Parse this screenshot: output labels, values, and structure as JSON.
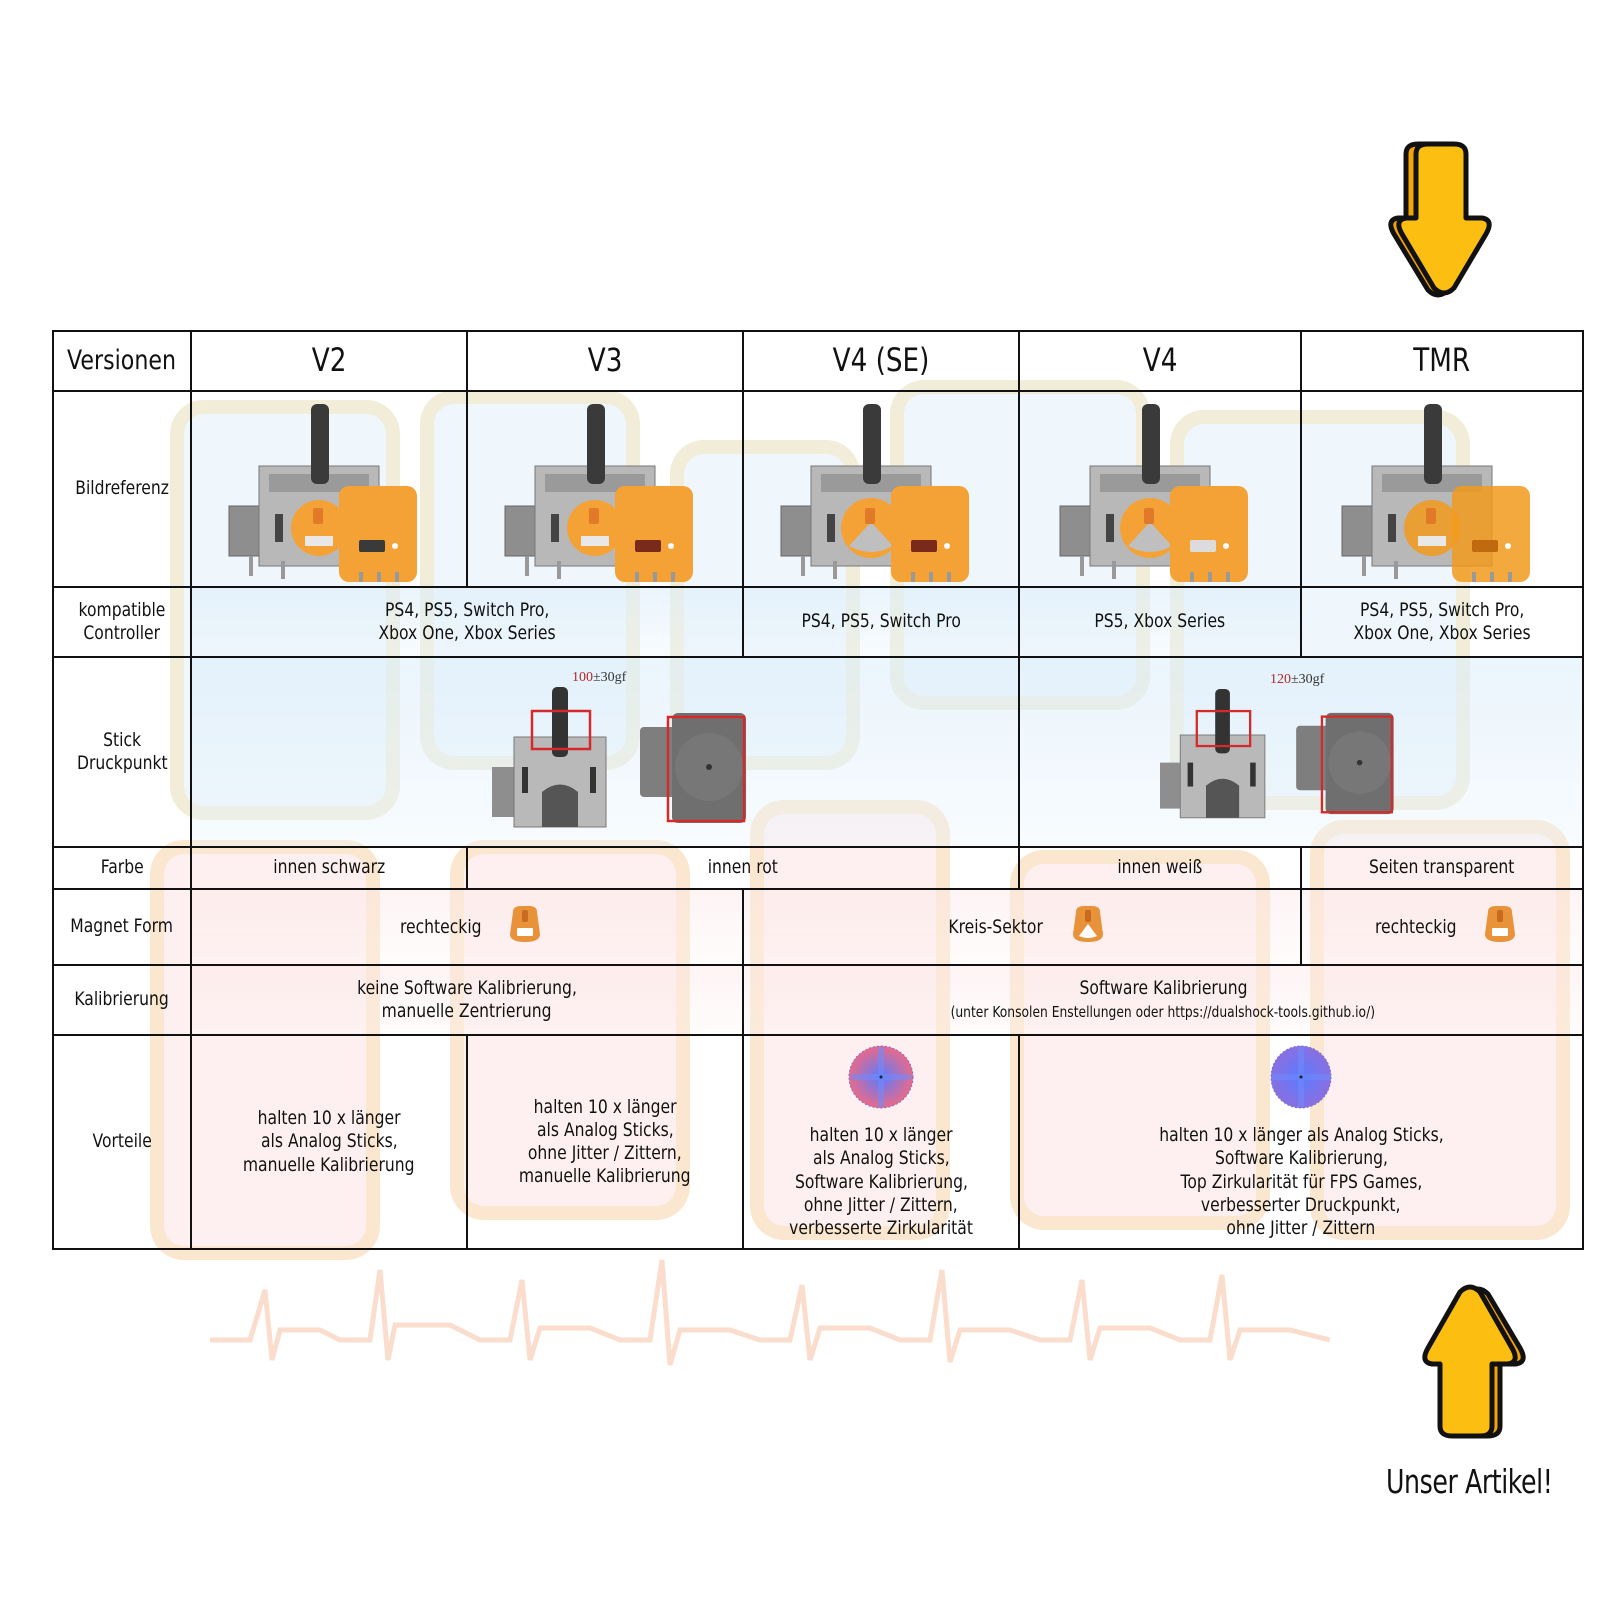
{
  "header_row": {
    "label": "Versionen",
    "versions": [
      "V2",
      "V3",
      "V4 (SE)",
      "V4",
      "TMR"
    ]
  },
  "rows": {
    "image_ref": {
      "label": "Bildreferenz"
    },
    "compat": {
      "label_line1": "kompatible",
      "label_line2": "Controller",
      "v2_v3_line1": "PS4, PS5, Switch Pro,",
      "v2_v3_line2": "Xbox One, Xbox Series",
      "v4se": "PS4, PS5, Switch Pro",
      "v4": "PS5, Xbox Series",
      "tmr_line1": "PS4, PS5, Switch Pro,",
      "tmr_line2": "Xbox One, Xbox Series"
    },
    "pressure": {
      "label_line1": "Stick",
      "label_line2": "Druckpunkt",
      "left_value": "100",
      "left_tolerance": "±30gf",
      "right_value": "120",
      "right_tolerance": "±30gf"
    },
    "color": {
      "label": "Farbe",
      "v2": "innen schwarz",
      "v3_v4se": "innen rot",
      "v4": "innen weiß",
      "tmr": "Seiten transparent"
    },
    "magnet": {
      "label": "Magnet Form",
      "v2_v3": "rechteckig",
      "v4se_v4": "Kreis-Sektor",
      "tmr": "rechteckig"
    },
    "calibration": {
      "label": "Kalibrierung",
      "v2_v3_line1": "keine Software Kalibrierung,",
      "v2_v3_line2": "manuelle Zentrierung",
      "rest_line1": "Software Kalibrierung",
      "rest_line2": "(unter Konsolen Enstellungen oder https://dualshock-tools.github.io/)"
    },
    "advantages": {
      "label": "Vorteile",
      "v2": [
        "halten 10 x länger",
        "als Analog Sticks,",
        "manuelle Kalibrierung"
      ],
      "v3": [
        "halten 10 x länger",
        "als Analog Sticks,",
        "ohne Jitter / Zittern,",
        "manuelle Kalibrierung"
      ],
      "v4se": [
        "halten 10 x länger",
        "als Analog Sticks,",
        "Software Kalibrierung,",
        "ohne Jitter / Zittern,",
        "verbesserte Zirkularität"
      ],
      "v4_tmr": [
        "halten 10 x länger als Analog Sticks,",
        "Software Kalibrierung,",
        "Top Zirkularität für FPS Games,",
        "verbesserter Druckpunkt,",
        "ohne Jitter / Zittern"
      ]
    }
  },
  "callout": {
    "label": "Unser Artikel!"
  },
  "colors": {
    "arrow_fill": "#FDBE12",
    "arrow_shadow": "#F3A208",
    "module_orange": "#F4A236",
    "tmr_orange": "#F29A1C",
    "red_box": "#D62A2A",
    "border": "#111111"
  }
}
